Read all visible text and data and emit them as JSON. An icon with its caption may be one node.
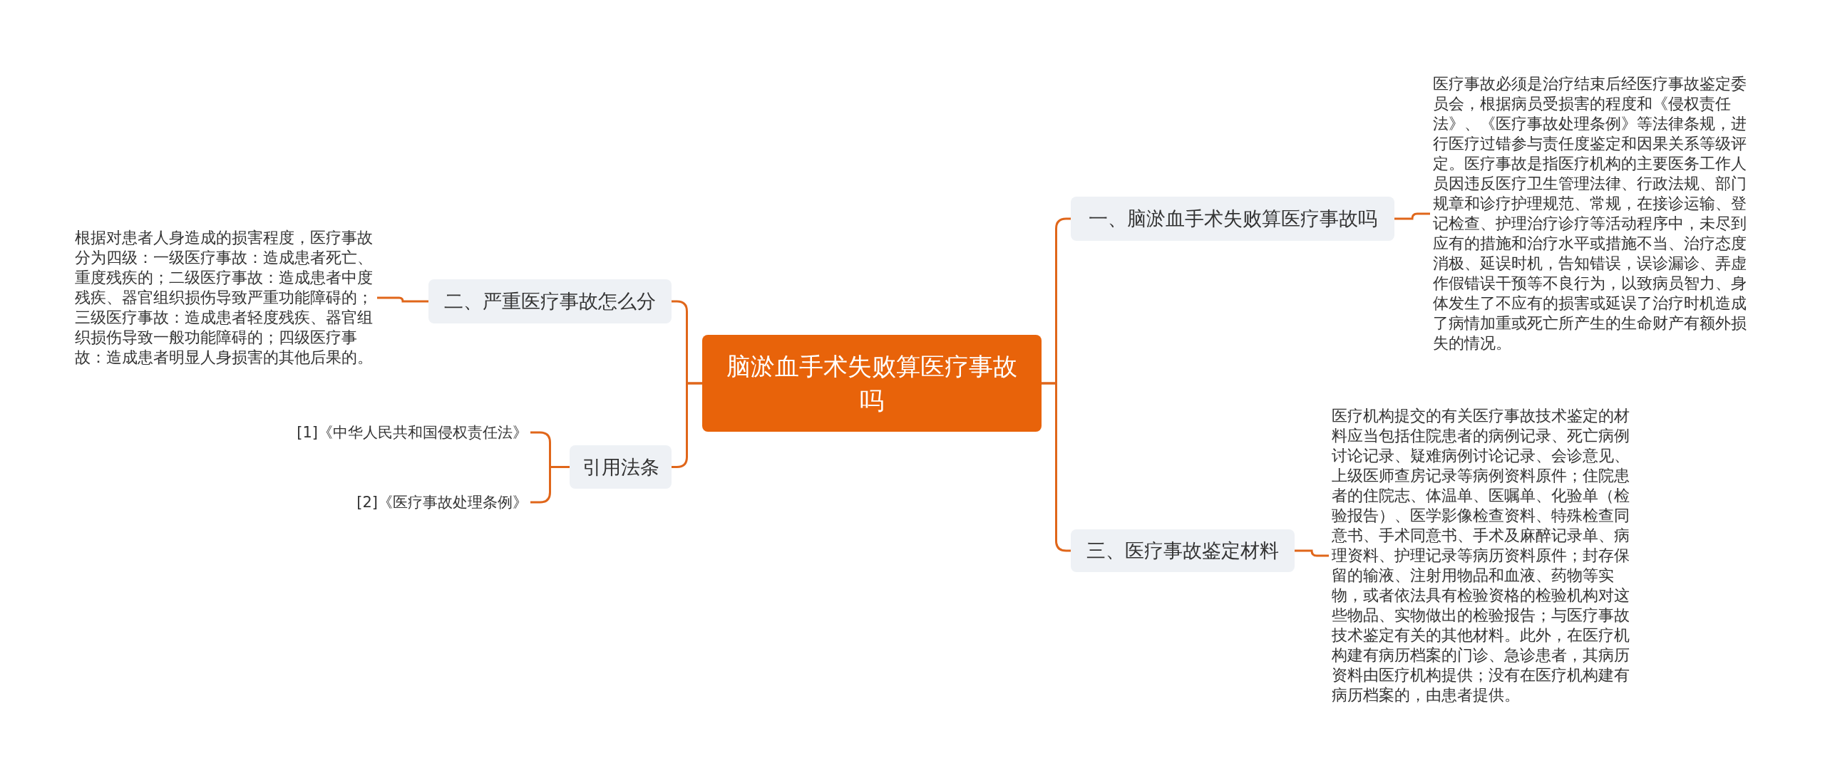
{
  "diagram": {
    "nodes": [
      {
        "text": [
          "脑淤血手术失败算医疗事故吗"
        ]
      },
      {
        "text": [
          "一、脑淤血手术失败算医疗事故吗"
        ]
      },
      {
        "text": [
          "医疗事故必须是治疗结束后经医疗事故鉴定委员会，根据病员受损害的程度和《侵权责任法》、《医疗事故处理条例》等法律条规，进行医疗过错参与责任度鉴定和因果关系等级评定。医疗事故是指医疗机构的主要医务工作人员因违反医疗卫生管理法律、行政法规、部门规章和诊疗护理规范、常规，在接诊运输、登记检查、护理治疗诊疗等活动程序中，未尽到应有的措施和治疗水平或措施不当、治疗态度消极、延误时机，告知错误，误诊漏诊、弄虚作假错误干预等不良行为，以致病员智力、身体发生了不应有的损害或延误了治疗时机造成了病情加重或死亡所产生的生命财产有额外损失的情况。"
        ]
      },
      {
        "text": [
          "三、医疗事故鉴定材料"
        ]
      },
      {
        "text": [
          "医疗机构提交的有关医疗事故技术鉴定的材料应当包括住院患者的病例记录、死亡病例讨论记录、疑难病例讨论记录、会诊意见、上级医师查房记录等病例资料原件；住院患者的住院志、体温单、医嘱单、化验单（检验报告）、医学影像检查资料、特殊检查同意书、手术同意书、手术及麻醉记录单、病理资料、护理记录等病历资料原件；封存保留的输液、注射用物品和血液、药物等实物，或者依法具有检验资格的检验机构对这些物品、实物做出的检验报告；与医疗事故技术鉴定有关的其他材料。此外，在医疗机构建有病历档案的门诊、急诊患者，其病历资料由医疗机构提供；没有在医疗机构建有病历档案的，由患者提供。"
        ]
      },
      {
        "text": [
          "二、严重医疗事故怎么分"
        ]
      },
      {
        "text": [
          "根据对患者人身造成的损害程度，医疗事故分为四级：一级医疗事故：造成患者死亡、重度残疾的；二级医疗事故：造成患者中度残疾、器官组织损伤导致严重功能障碍的；三级医疗事故：造成患者轻度残疾、器官组织损伤导致一般功能障碍的；四级医疗事故：造成患者明显人身损害的其他后果的。"
        ]
      },
      {
        "text": [
          "引用法条"
        ]
      },
      {
        "text": [
          "[1]《中华人民共和国侵权责任法》"
        ]
      },
      {
        "text": [
          "[2]《医疗事故处理条例》"
        ]
      }
    ],
    "edges": [
      {
        "from": 0,
        "to": 1,
        "arrow": "none"
      },
      {
        "from": 1,
        "to": 2,
        "arrow": "none"
      },
      {
        "from": 0,
        "to": 3,
        "arrow": "none"
      },
      {
        "from": 3,
        "to": 4,
        "arrow": "none"
      },
      {
        "from": 0,
        "to": 5,
        "arrow": "none"
      },
      {
        "from": 5,
        "to": 6,
        "arrow": "none"
      },
      {
        "from": 0,
        "to": 7,
        "arrow": "none"
      },
      {
        "from": 7,
        "to": 8,
        "arrow": "none"
      },
      {
        "from": 7,
        "to": 9,
        "arrow": "none"
      }
    ]
  }
}
